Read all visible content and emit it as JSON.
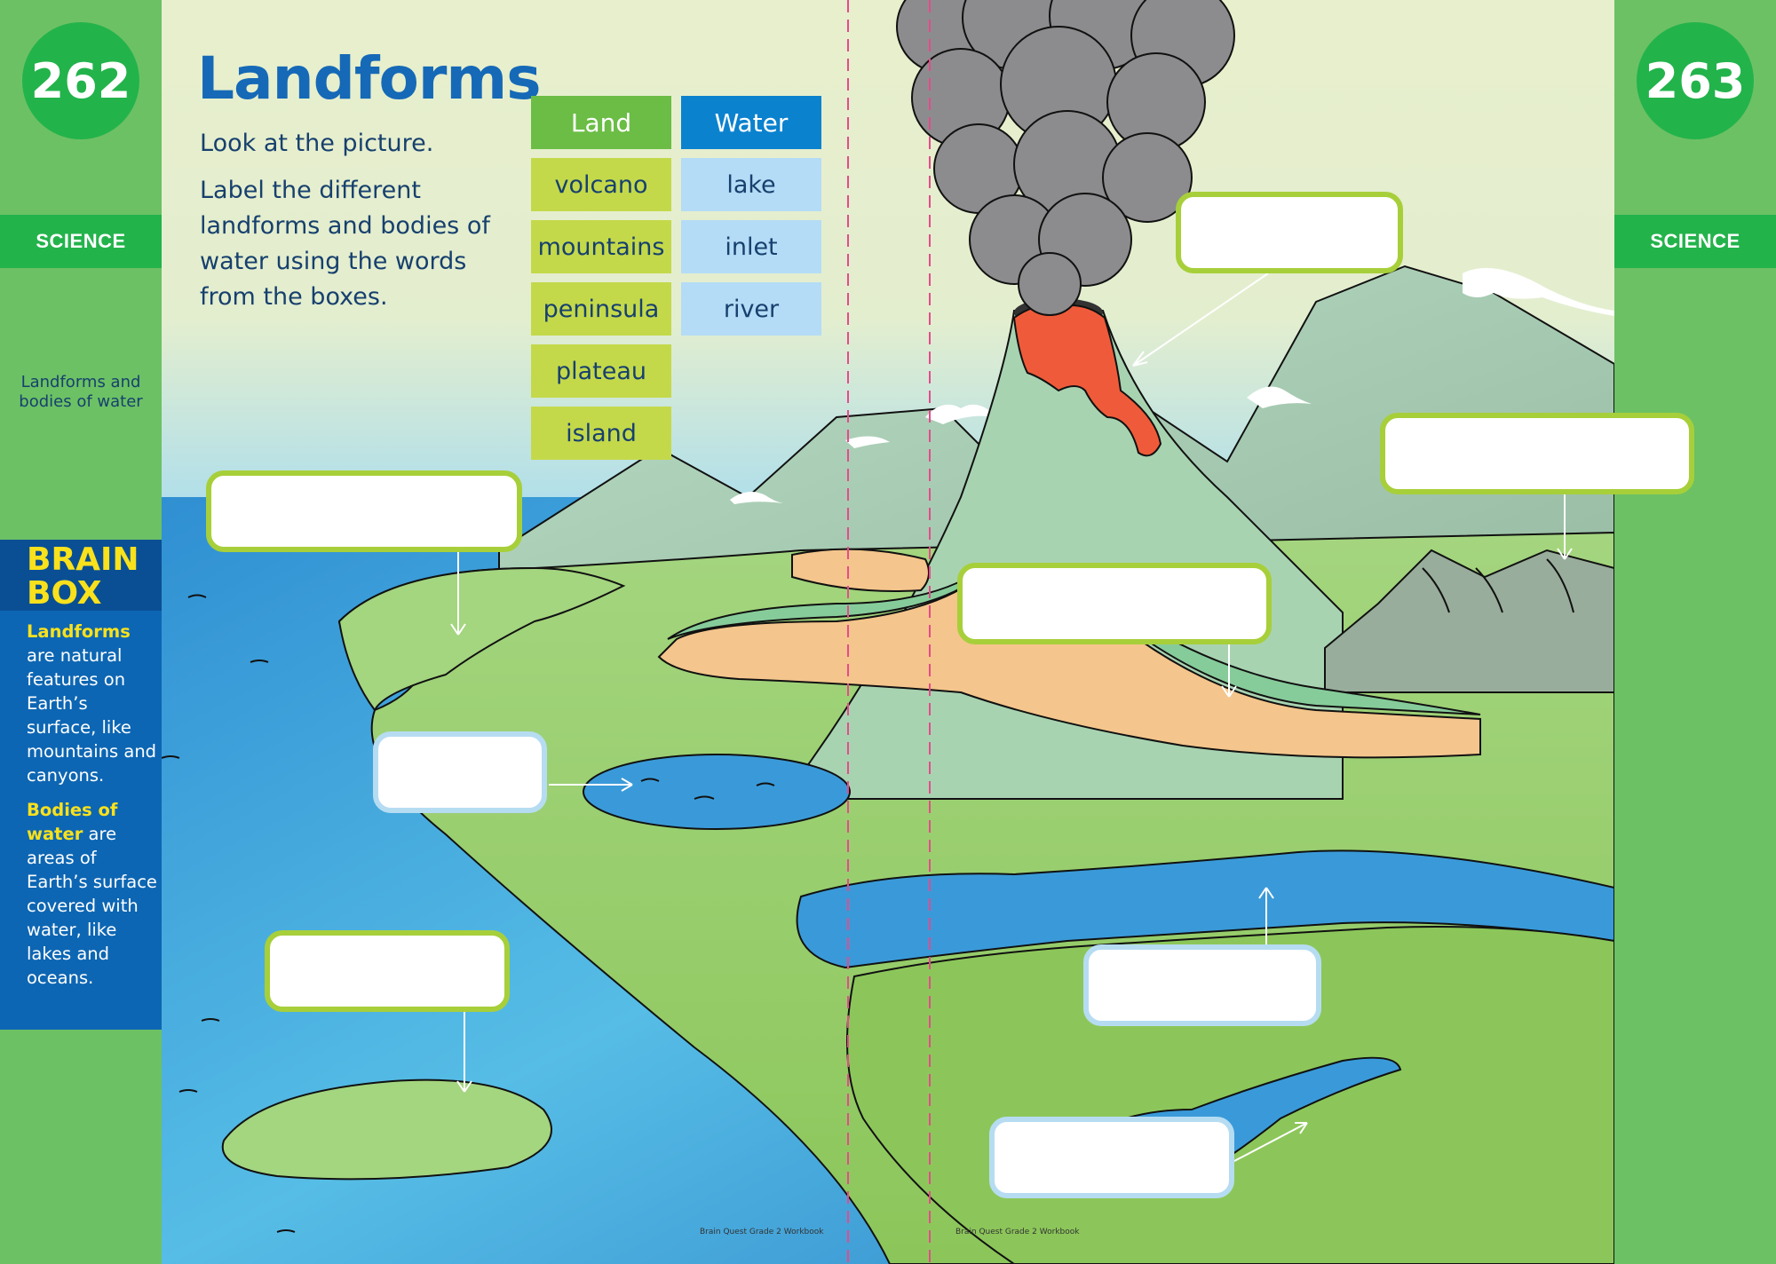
{
  "pages": {
    "left_number": "262",
    "right_number": "263",
    "subject": "SCIENCE",
    "topic": "Landforms and bodies of water"
  },
  "title": "Landforms",
  "instructions": {
    "line1": "Look at the picture.",
    "line2": "Label the different landforms and bodies of water using the words from the boxes."
  },
  "word_bank": {
    "land_header": "Land",
    "water_header": "Water",
    "land_words": [
      "volcano",
      "mountains",
      "peninsula",
      "plateau",
      "island"
    ],
    "water_words": [
      "lake",
      "inlet",
      "river"
    ]
  },
  "brain_box": {
    "title_line1": "BRAIN",
    "title_line2": "BOX",
    "p1_term": "Landforms",
    "p1_rest": " are natural features on Earth’s surface, like mountains and canyons.",
    "p2_term": "Bodies of water",
    "p2_rest": " are areas of Earth’s surface covered with water, like lakes and oceans."
  },
  "footer": {
    "left": "Brain Quest Grade 2 Workbook",
    "right": "Brain Quest Grade 2 Workbook"
  },
  "colors": {
    "strip_green": "#6cc164",
    "badge_green": "#23b34b",
    "title_blue": "#1569b7",
    "land_box_border": "#a7cf3a",
    "water_box_border": "#b6dcf2",
    "lava": "#ef5b3a",
    "smoke": "#8c8c8e"
  }
}
